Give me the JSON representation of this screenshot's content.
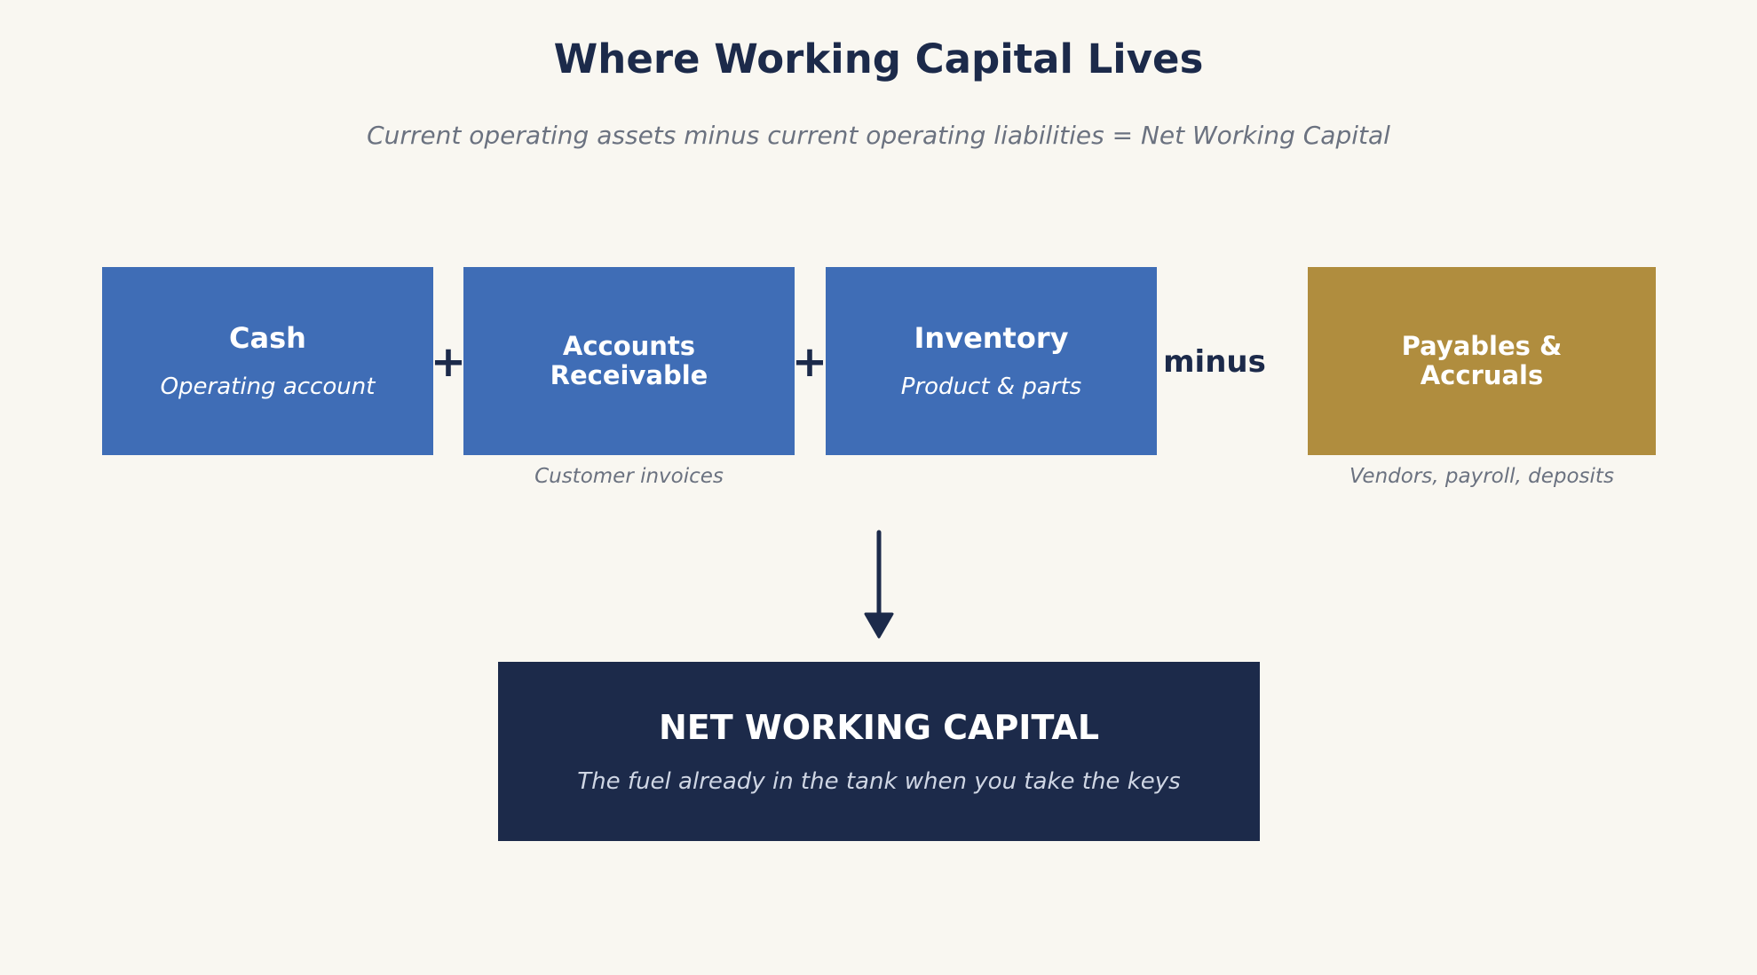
{
  "title": "Where Working Capital Lives",
  "subtitle": "Current operating assets minus current operating liabilities = Net Working Capital",
  "operators": {
    "plus": "+",
    "minus": "minus"
  },
  "components": {
    "cash": {
      "title": "Cash",
      "subtitle": "Operating account"
    },
    "receivables": {
      "title": "Accounts Receivable",
      "caption": "Customer invoices"
    },
    "inventory": {
      "title": "Inventory",
      "subtitle": "Product & parts"
    },
    "payables": {
      "title": "Payables & Accruals",
      "caption": "Vendors, payroll, deposits"
    }
  },
  "result": {
    "title": "NET WORKING CAPITAL",
    "subtitle": "The fuel already in the tank when you take the keys"
  },
  "colors": {
    "asset": "#3f6db6",
    "liability": "#b08d3e",
    "result": "#1c2a4a",
    "background": "#f9f7f1",
    "text_dark": "#1c2a4a",
    "text_muted": "#6b7280"
  }
}
